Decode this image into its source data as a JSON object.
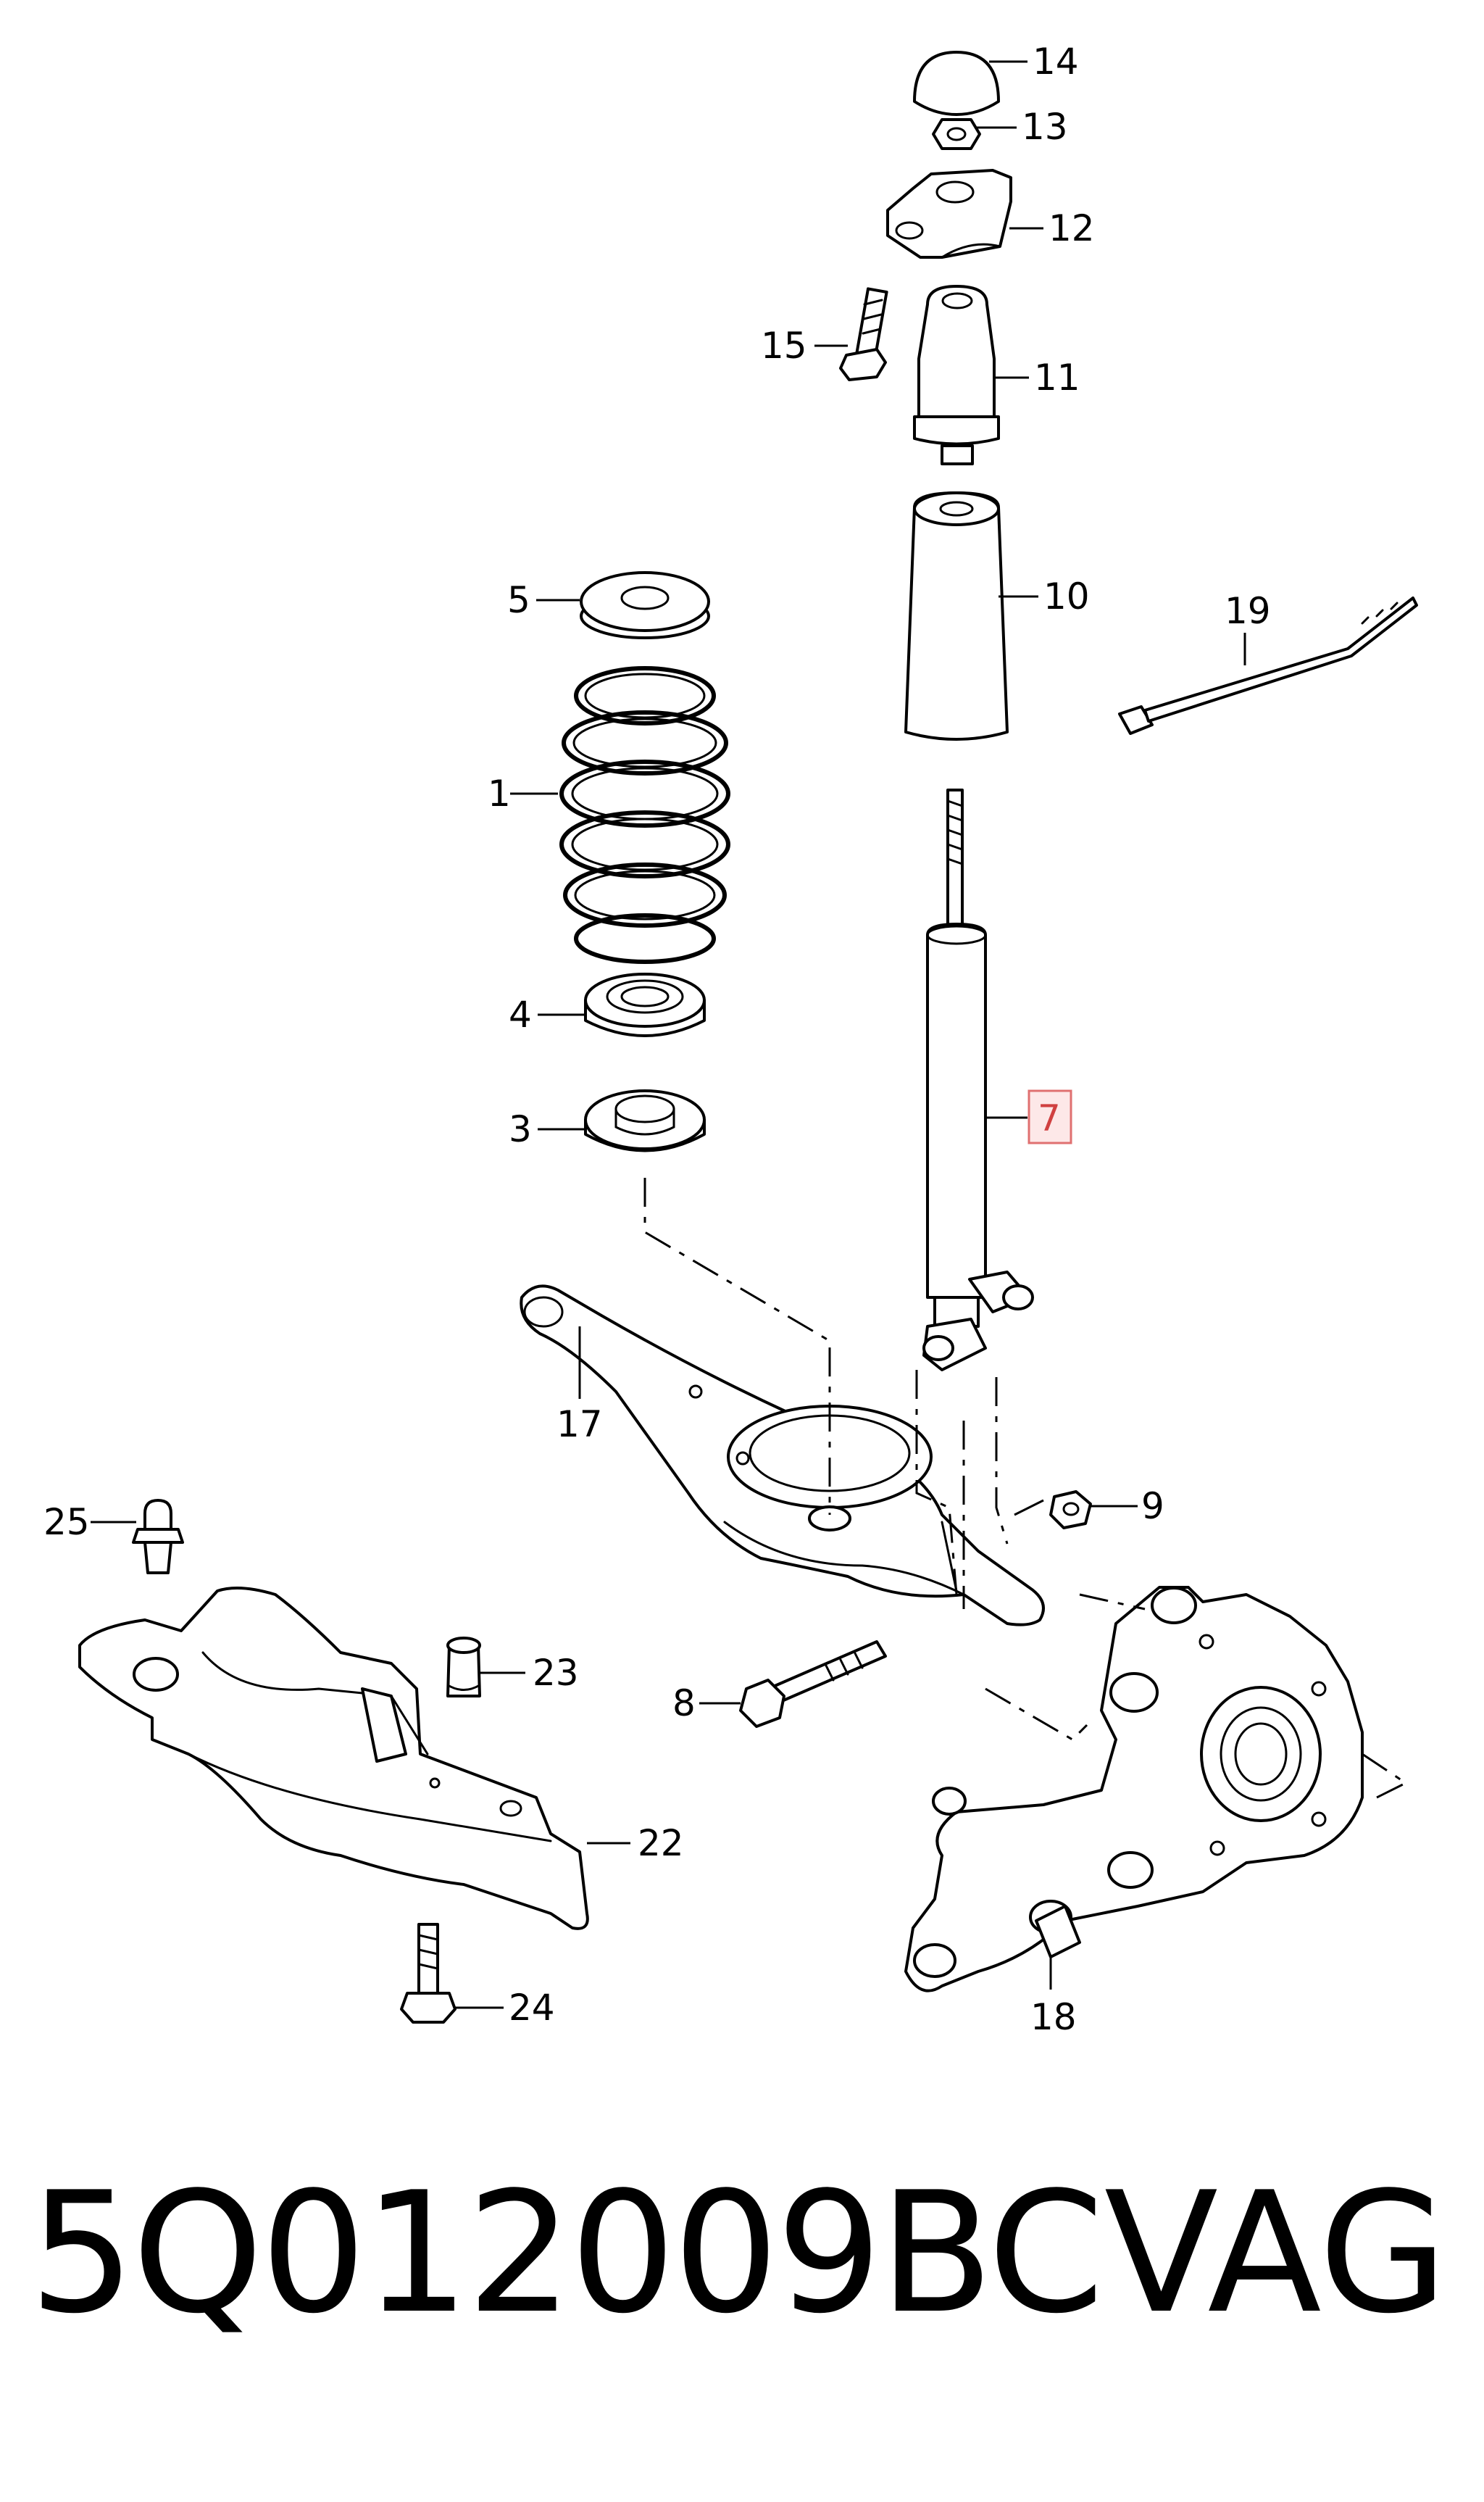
{
  "callouts": {
    "c1": "1",
    "c3": "3",
    "c4": "4",
    "c5": "5",
    "c7": "7",
    "c8": "8",
    "c9": "9",
    "c10": "10",
    "c11": "11",
    "c12": "12",
    "c13": "13",
    "c14": "14",
    "c15": "15",
    "c17": "17",
    "c18": "18",
    "c19": "19",
    "c22": "22",
    "c23": "23",
    "c24": "24",
    "c25": "25"
  },
  "highlighted_part": "7",
  "footer": {
    "part_number": "5Q012009BC",
    "brand": "VAG"
  },
  "colors": {
    "line": "#000000",
    "highlight_fill": "#fde8e8",
    "highlight_border": "#e07070"
  }
}
